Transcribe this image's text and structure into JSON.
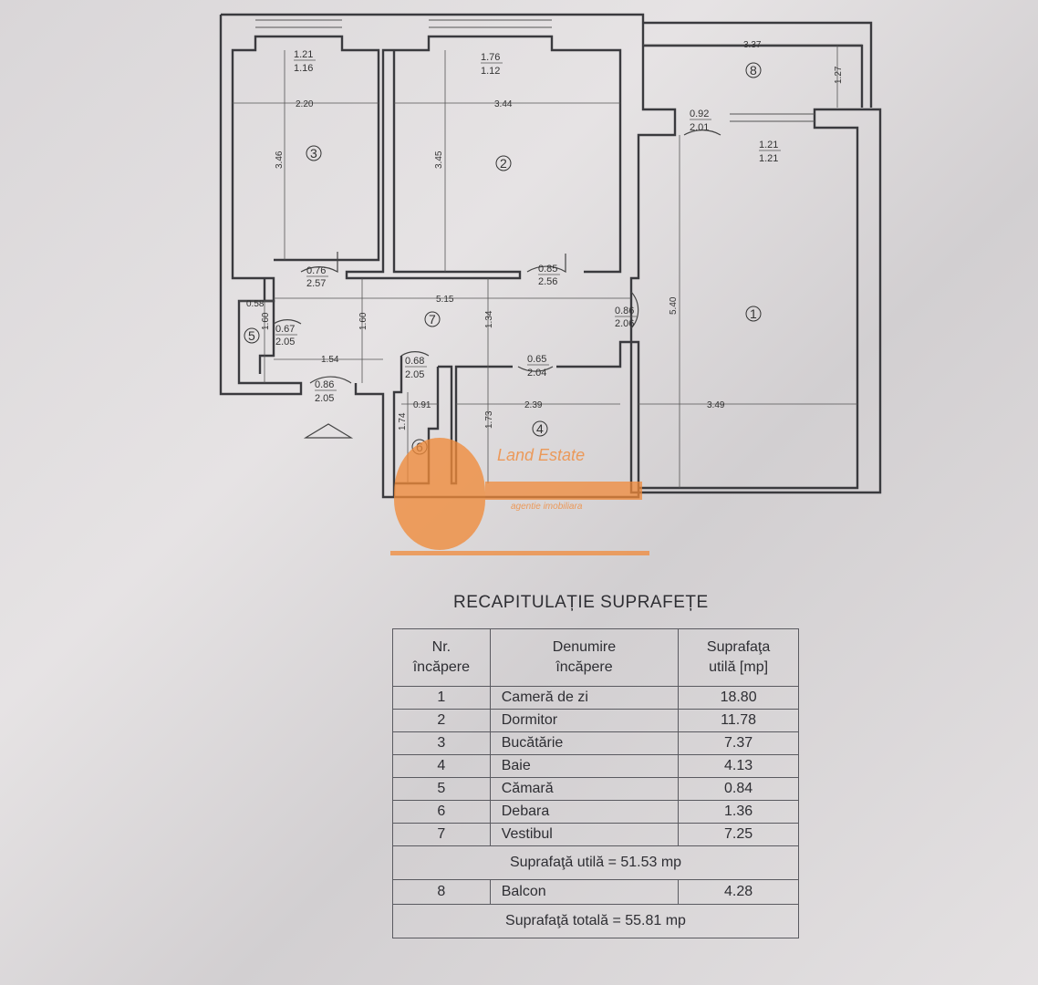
{
  "plan": {
    "rooms": [
      {
        "number": "1"
      },
      {
        "number": "2"
      },
      {
        "number": "3"
      },
      {
        "number": "4"
      },
      {
        "number": "5"
      },
      {
        "number": "6"
      },
      {
        "number": "7"
      },
      {
        "number": "8"
      }
    ],
    "dimensions": [
      "2.20",
      "3.44",
      "3.37",
      "1.27",
      "3.46",
      "3.45",
      "5.40",
      "5.15",
      "0.58",
      "1.60",
      "1.60",
      "1.34",
      "1.54",
      "0.91",
      "2.39",
      "3.49",
      "1.74",
      "1.73"
    ],
    "openings": [
      {
        "top": "1.21",
        "bottom": "1.16"
      },
      {
        "top": "1.76",
        "bottom": "1.12"
      },
      {
        "top": "0.92",
        "bottom": "2.01"
      },
      {
        "top": "1.21",
        "bottom": "1.21"
      },
      {
        "top": "0.76",
        "bottom": "2.57"
      },
      {
        "top": "0.85",
        "bottom": "2.56"
      },
      {
        "top": "0.86",
        "bottom": "2.06"
      },
      {
        "top": "0.67",
        "bottom": "2.05"
      },
      {
        "top": "0.68",
        "bottom": "2.05"
      },
      {
        "top": "0.65",
        "bottom": "2.04"
      },
      {
        "top": "0.86",
        "bottom": "2.05"
      }
    ],
    "watermark": {
      "brand": "Land Estate",
      "tagline": "agentie imobiliara"
    }
  },
  "recap": {
    "title": "RECAPITULAȚIE SUPRAFEȚE",
    "headers": {
      "nr_line1": "Nr.",
      "nr_line2": "încăpere",
      "name_line1": "Denumire",
      "name_line2": "încăpere",
      "area_line1": "Suprafaţa",
      "area_line2": "utilă [mp]"
    },
    "rows": [
      {
        "nr": "1",
        "name": "Cameră de zi",
        "area": "18.80"
      },
      {
        "nr": "2",
        "name": "Dormitor",
        "area": "11.78"
      },
      {
        "nr": "3",
        "name": "Bucătărie",
        "area": "7.37"
      },
      {
        "nr": "4",
        "name": "Baie",
        "area": "4.13"
      },
      {
        "nr": "5",
        "name": "Cămară",
        "area": "0.84"
      },
      {
        "nr": "6",
        "name": "Debara",
        "area": "1.36"
      },
      {
        "nr": "7",
        "name": "Vestibul",
        "area": "7.25"
      }
    ],
    "useful_total": "Suprafaţă utilă = 51.53 mp",
    "balcony": {
      "nr": "8",
      "name": "Balcon",
      "area": "4.28"
    },
    "grand_total": "Suprafaţă totală = 55.81 mp"
  }
}
